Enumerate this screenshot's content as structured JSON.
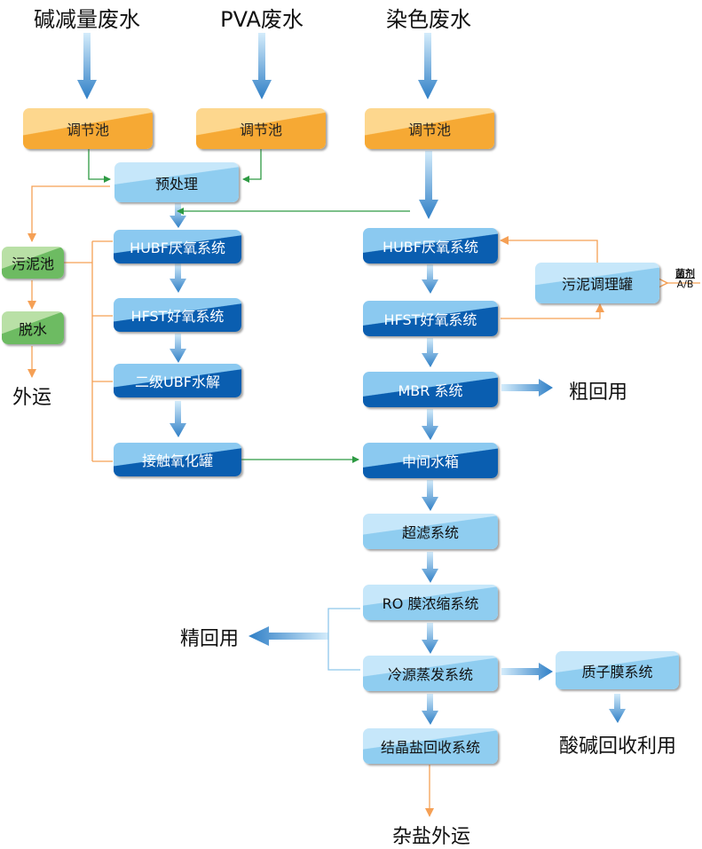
{
  "sources": {
    "alkali_wastewater": "碱减量废水",
    "pva_wastewater": "PVA废水",
    "dye_wastewater": "染色废水"
  },
  "nodes": {
    "equalization_1": "调节池",
    "equalization_2": "调节池",
    "equalization_3": "调节池",
    "pretreatment": "预处理",
    "left_hubf": "HUBF厌氧系统",
    "left_hfst": "HFST好氧系统",
    "secondary_ubf": "二级UBF水解",
    "contact_oxidation": "接触氧化罐",
    "sludge_pool": "污泥池",
    "dewatering": "脱水",
    "right_hubf": "HUBF厌氧系统",
    "right_hfst": "HFST好氧系统",
    "sludge_conditioning": "污泥调理罐",
    "mbr": "MBR 系统",
    "intermediate_tank": "中间水箱",
    "ultrafiltration": "超滤系统",
    "ro": "RO 膜浓缩系统",
    "cold_evaporation": "冷源蒸发系统",
    "proton_membrane": "质子膜系统",
    "crystal_salt": "结晶盐回收系统"
  },
  "outputs": {
    "sludge_outbound": "外运",
    "coarse_reuse": "粗回用",
    "fine_reuse": "精回用",
    "acid_base_recovery": "酸碱回收利用",
    "mixed_salt_outbound": "杂盐外运"
  },
  "annotations": {
    "bacteria_agent": "菌剂",
    "bacteria_type": "A/B"
  },
  "colors": {
    "flow_arrow": "#3b87cc",
    "sludge_line": "#f5a055",
    "green_line": "#2e9a43",
    "reuse_line": "#8ec6ea"
  }
}
